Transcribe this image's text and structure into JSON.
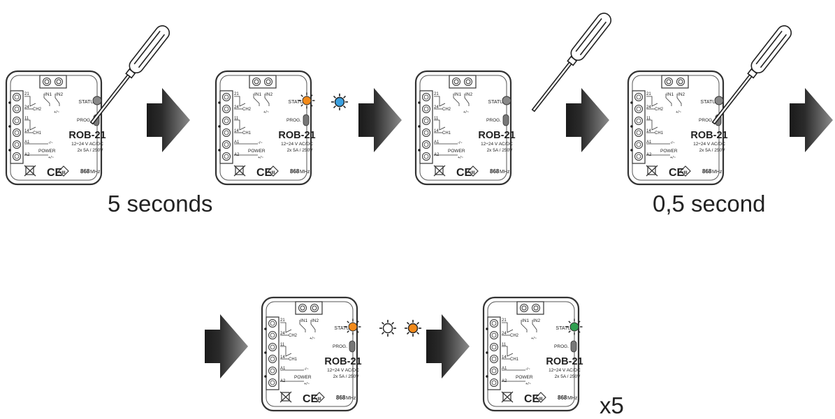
{
  "device": {
    "model": "ROB-21",
    "status_label": "STATUS",
    "prog_label": "PROG.",
    "terminal_top": [
      "IN1",
      "IN2"
    ],
    "polarity": "+/~",
    "left_labels": [
      "21",
      "24",
      "11",
      "14",
      "A1",
      "A2"
    ],
    "ch_labels": [
      "CH2",
      "CH1"
    ],
    "power_label": "POWER",
    "neg_label": "-/~",
    "spec_voltage": "12÷24 V AC/DC",
    "spec_load": "2x 5A / 250V",
    "freq": "868",
    "freq_unit": "MHz",
    "ce": "CE",
    "class_mark": "III"
  },
  "steps": [
    {
      "led": "#888888",
      "glow": false,
      "screwdriver": "pressing",
      "caption": "5 seconds",
      "external_leds": []
    },
    {
      "led": "#f28a1a",
      "glow": true,
      "screwdriver": "none",
      "caption": "",
      "external_leds": [
        "#3aa0e0"
      ]
    },
    {
      "led": "#888888",
      "glow": false,
      "screwdriver": "raised",
      "caption": "",
      "external_leds": []
    },
    {
      "led": "#888888",
      "glow": false,
      "screwdriver": "pressing",
      "caption": "0,5 second",
      "external_leds": []
    },
    {
      "led": "#f28a1a",
      "glow": true,
      "screwdriver": "none",
      "caption": "",
      "external_leds": [
        "#ffffff",
        "#f28a1a"
      ]
    },
    {
      "led": "#2f9e4f",
      "glow": true,
      "screwdriver": "none",
      "caption": "",
      "external_leds": []
    }
  ],
  "repeat_label": "x5",
  "colors": {
    "orange": "#f28a1a",
    "blue": "#3aa0e0",
    "green": "#2f9e4f",
    "arrow_dark": "#1e1e1e"
  }
}
